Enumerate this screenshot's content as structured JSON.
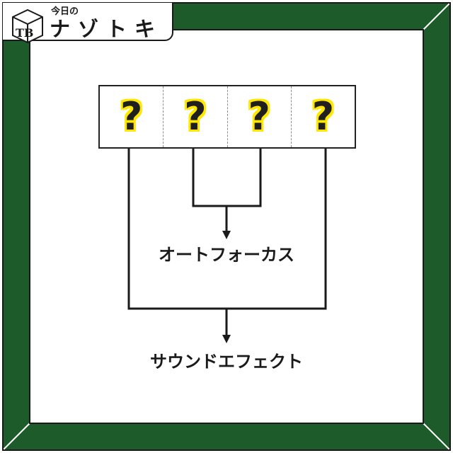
{
  "badge": {
    "logo_text": "TB",
    "subtitle": "今日の",
    "title": "ナゾトキ"
  },
  "puzzle": {
    "boxes": [
      "?",
      "?",
      "?",
      "?"
    ],
    "clue_1": "オートフォーカス",
    "clue_2": "サウンドエフェクト"
  },
  "colors": {
    "frame_green": "#1e5b2a",
    "question_outline": "#ffe800",
    "ink": "#1a1a1a"
  }
}
